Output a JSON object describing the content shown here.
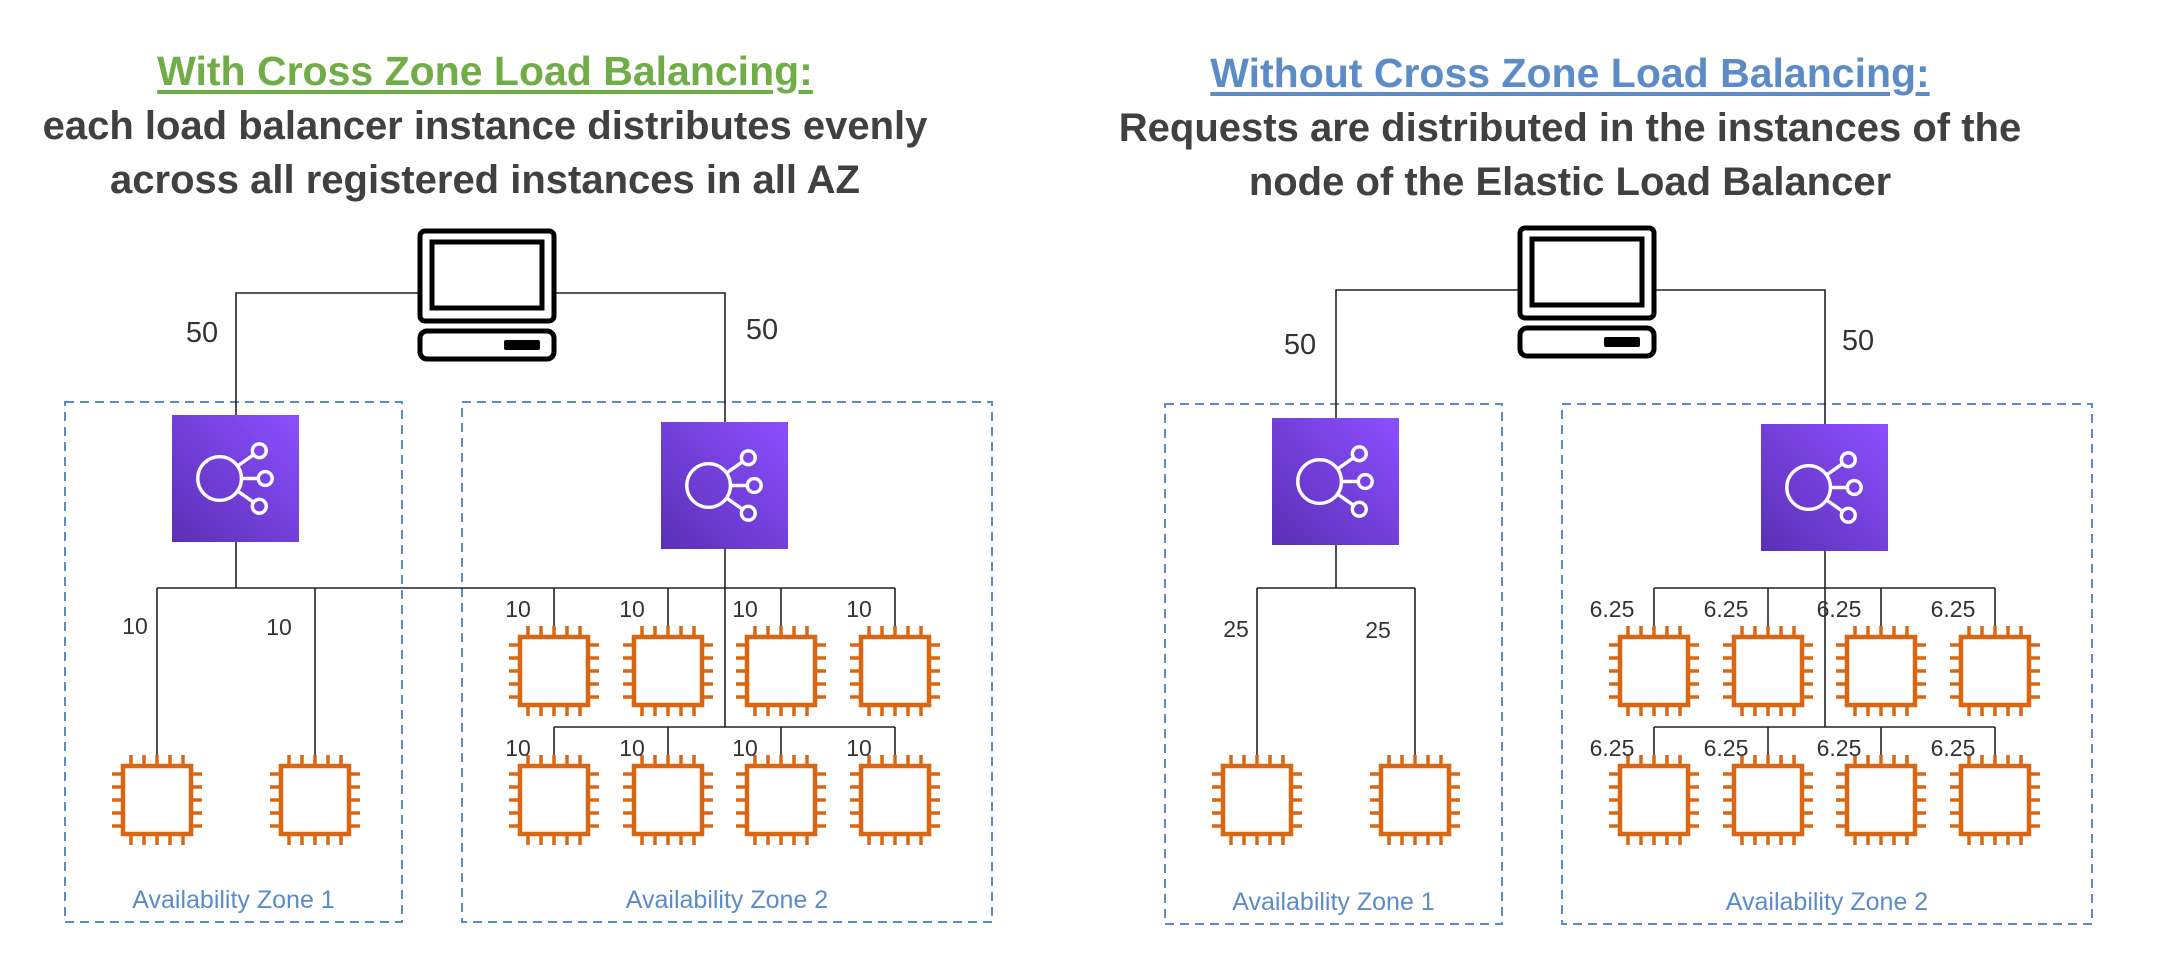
{
  "colors": {
    "left_title": "#70ad47",
    "right_title": "#5b8cc7",
    "az_border": "#5b8cc7",
    "az_label": "#5b8cc7",
    "elb_top": "#8c4fff",
    "elb_bottom": "#5a30b5",
    "ec2": "#d86613",
    "line": "#222222"
  },
  "icons": {
    "client": "client-computer-icon",
    "load_balancer": "elastic-load-balancer-icon",
    "instance": "ec2-instance-chip-icon"
  },
  "left": {
    "heading": "With Cross Zone Load Balancing:",
    "description_line1": "each load balancer instance distributes evenly",
    "description_line2": "across all registered instances in all AZ",
    "client_weights": [
      "50",
      "50"
    ],
    "az1": {
      "label": "Availability Zone 1",
      "instance_weights": [
        "10",
        "10"
      ]
    },
    "az2": {
      "label": "Availability Zone 2",
      "instance_weights": [
        "10",
        "10",
        "10",
        "10",
        "10",
        "10",
        "10",
        "10"
      ]
    }
  },
  "right": {
    "heading": "Without Cross Zone Load Balancing:",
    "description_line1": "Requests are distributed in the instances of the",
    "description_line2": "node of the Elastic Load Balancer",
    "client_weights": [
      "50",
      "50"
    ],
    "az1": {
      "label": "Availability Zone 1",
      "instance_weights": [
        "25",
        "25"
      ]
    },
    "az2": {
      "label": "Availability Zone 2",
      "instance_weights": [
        "6.25",
        "6.25",
        "6.25",
        "6.25",
        "6.25",
        "6.25",
        "6.25",
        "6.25"
      ]
    }
  }
}
